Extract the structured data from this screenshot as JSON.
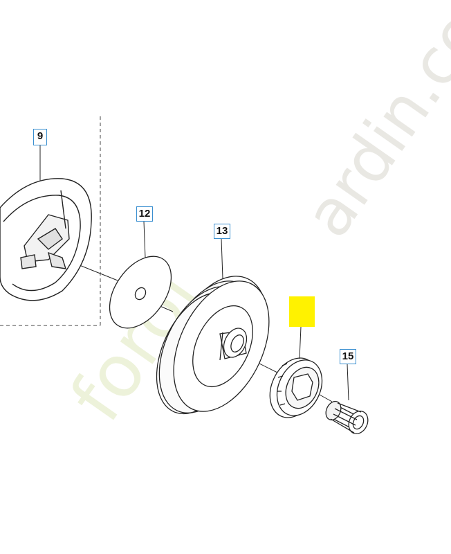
{
  "diagram": {
    "parts": [
      {
        "number": "9",
        "name": "clutch drum cover"
      },
      {
        "number": "12",
        "name": "washer"
      },
      {
        "number": "13",
        "name": "clutch drum"
      },
      {
        "number": "",
        "name": "rim sprocket",
        "highlight_color": "#fff200"
      },
      {
        "number": "15",
        "name": "needle bearing"
      }
    ],
    "callout_border_color": "#3a8fd0"
  },
  "watermark": {
    "text_part1": "forol",
    "text_part2": "ardin.com",
    "color_green": "#eaf0d4",
    "color_grey": "#e6e4df"
  }
}
